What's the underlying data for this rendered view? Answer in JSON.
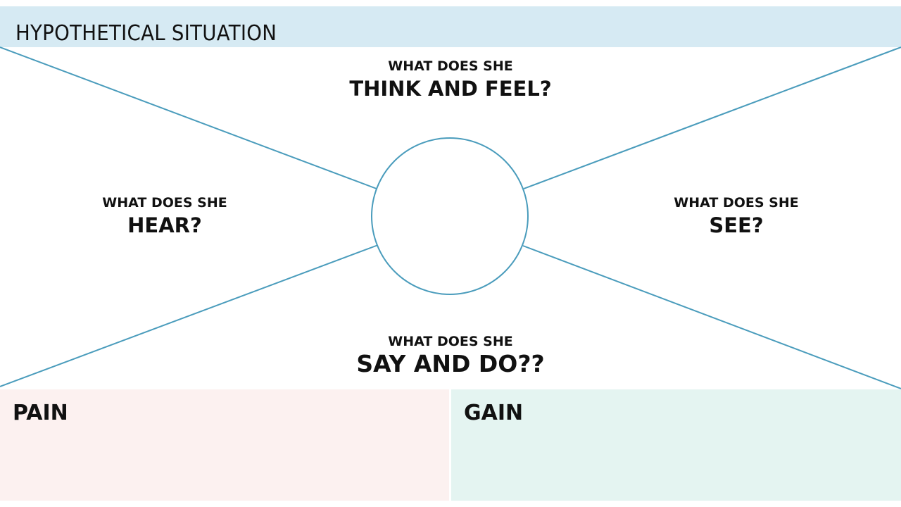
{
  "header": {
    "title": "HYPOTHETICAL SITUATION"
  },
  "quadrants": {
    "think_feel": {
      "prefix": "WHAT DOES SHE",
      "label": "THINK AND FEEL?"
    },
    "hear": {
      "prefix": "WHAT DOES SHE",
      "label": "HEAR?"
    },
    "see": {
      "prefix": "WHAT DOES SHE",
      "label": "SEE?"
    },
    "say_do": {
      "prefix": "WHAT DOES SHE",
      "label": "SAY AND DO??"
    }
  },
  "panels": {
    "pain": {
      "title": "PAIN"
    },
    "gain": {
      "title": "GAIN"
    }
  },
  "colors": {
    "header_bg": "#d6eaf3",
    "line": "#4a9cbc",
    "pain_bg": "#fcf1f0",
    "gain_bg": "#e4f4f1"
  }
}
